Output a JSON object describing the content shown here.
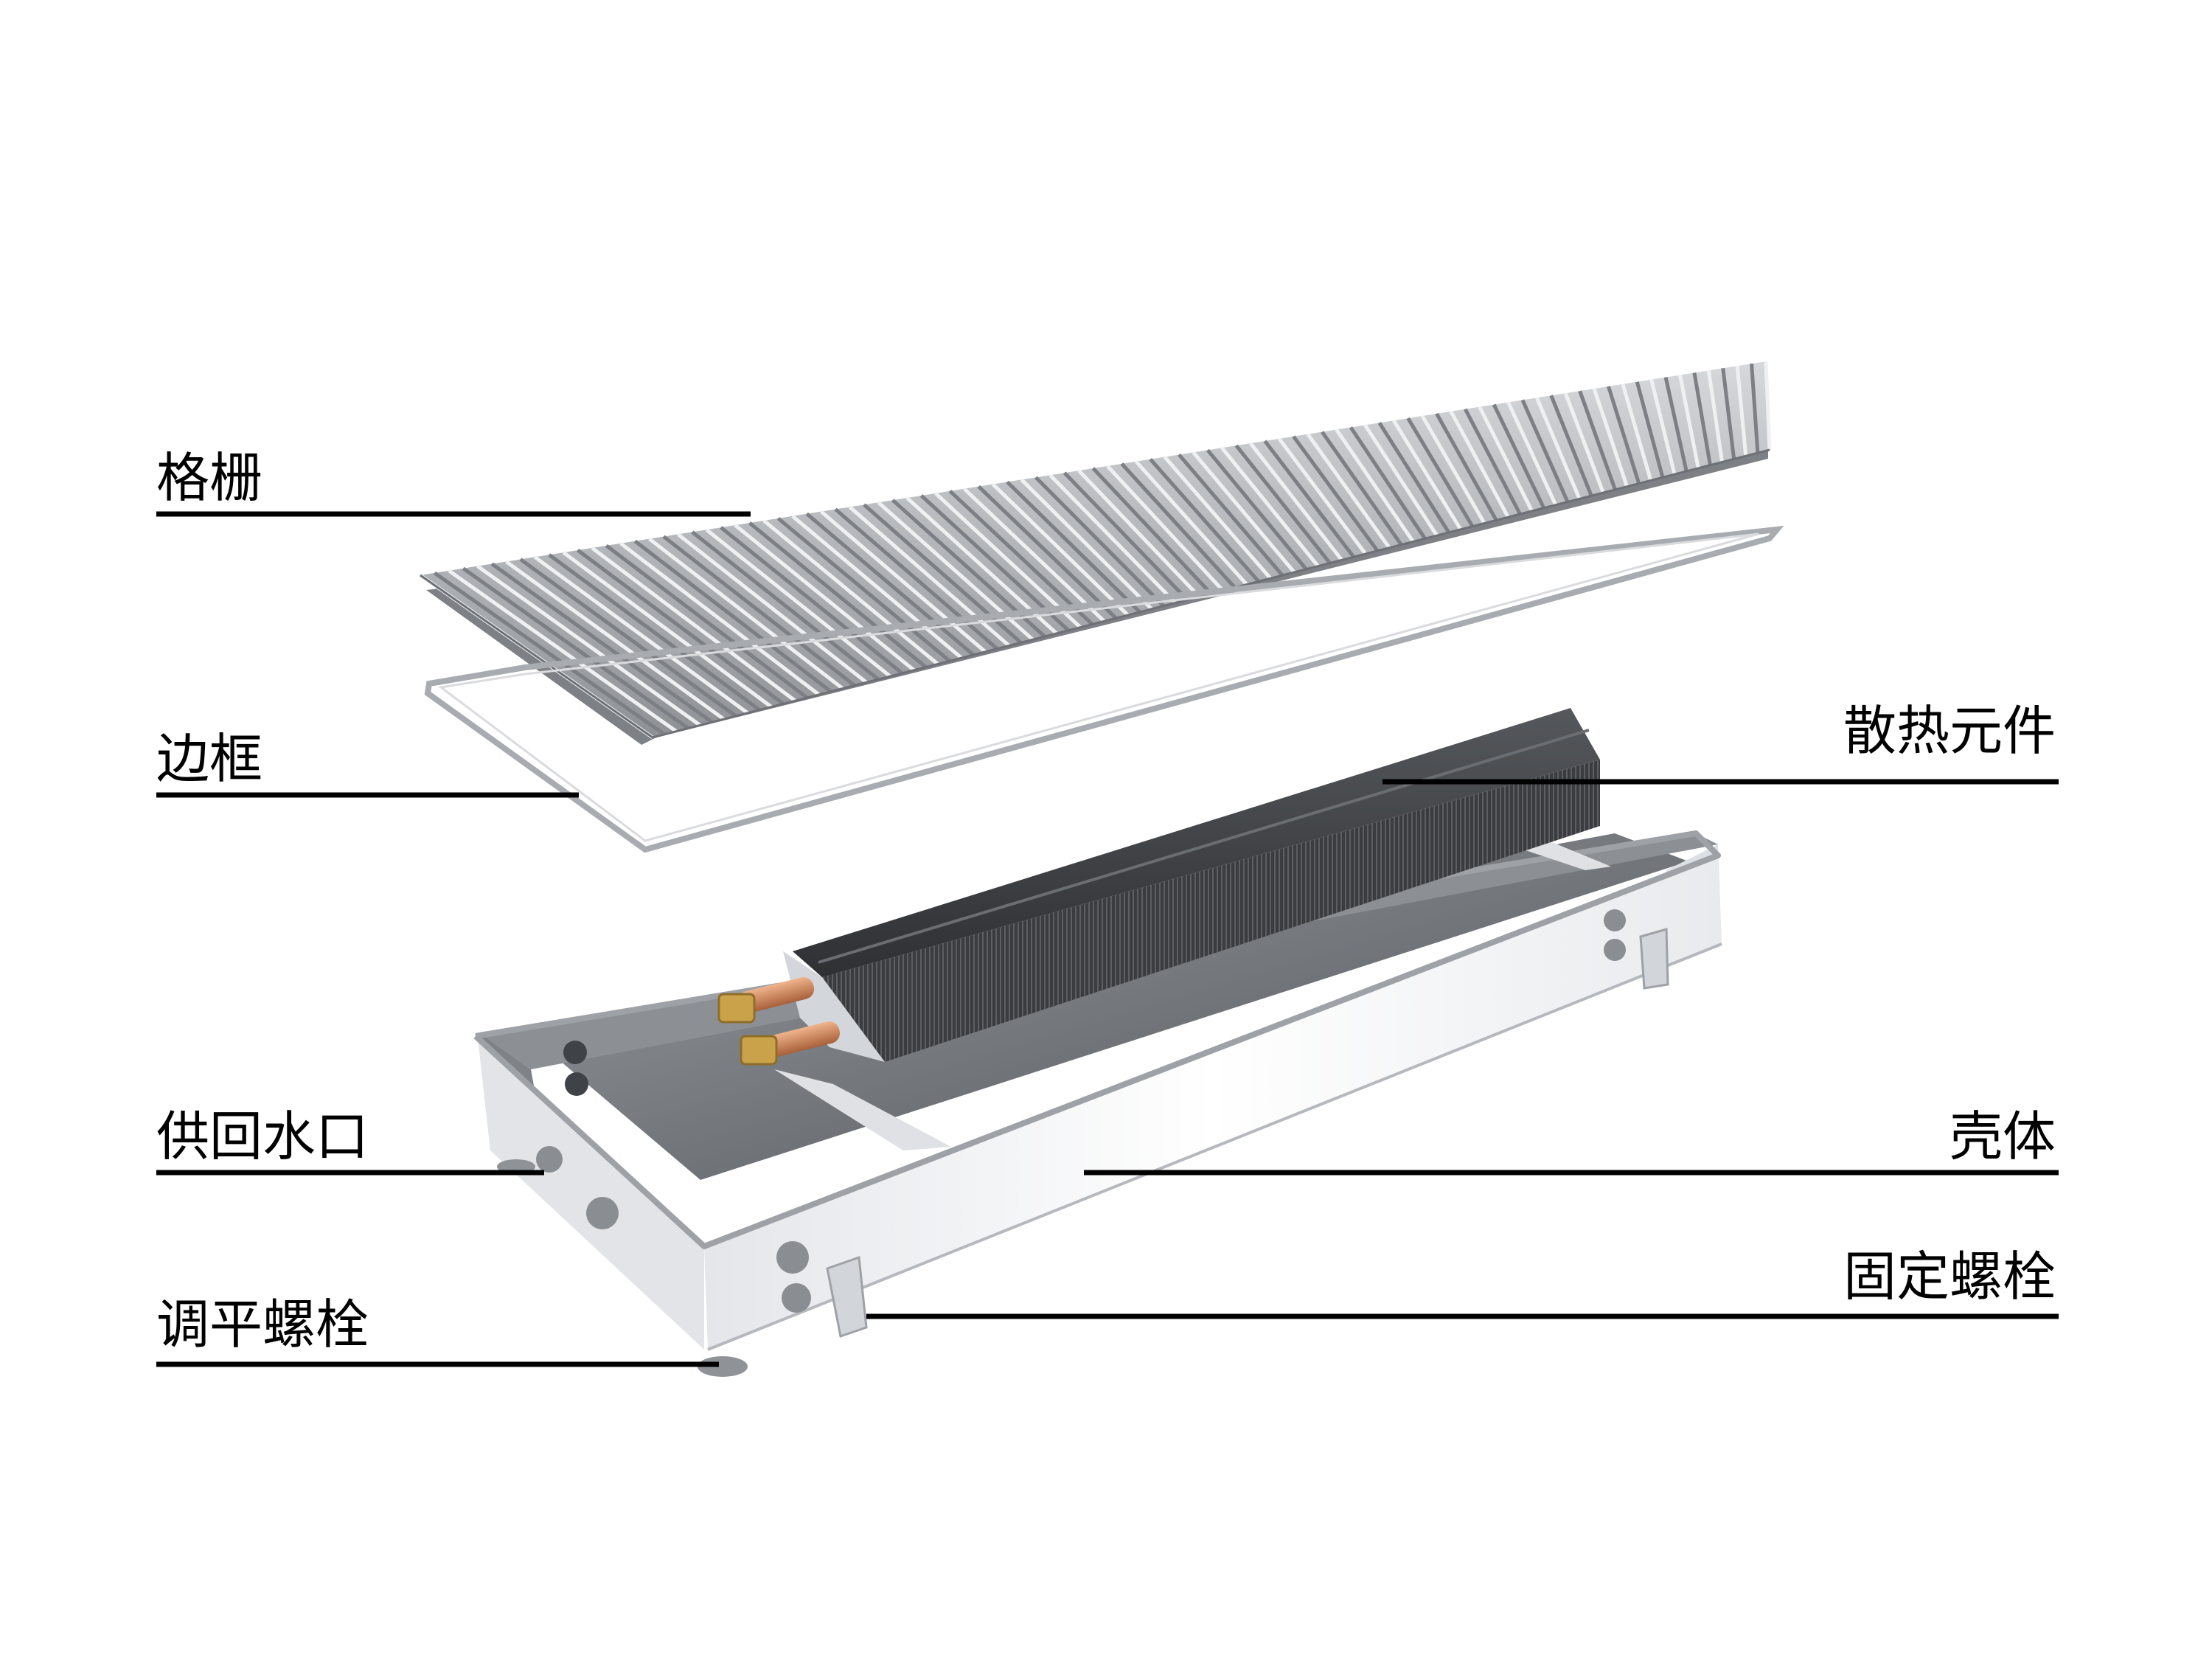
{
  "labels": {
    "grille": "格栅",
    "frame": "边框",
    "heating_element": "散热元件",
    "water_ports": "供回水口",
    "housing": "壳体",
    "leveling_bolt": "调平螺栓",
    "fixing_bolt": "固定螺栓"
  },
  "colors": {
    "leader_line": "#000000",
    "grille_metal": "#b9bcc0",
    "housing_white": "#f1f2f4",
    "heat_element": "#3d3f42",
    "copper": "#c9794b",
    "brass": "#c9a24a"
  }
}
